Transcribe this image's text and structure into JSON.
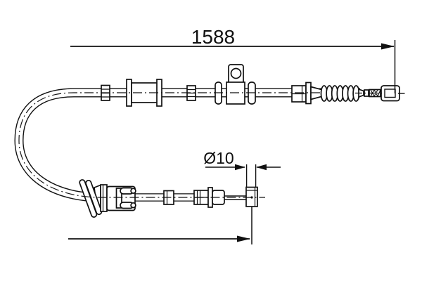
{
  "canvas": {
    "background": "#ffffff",
    "ink": "#111111"
  },
  "drawing": {
    "kind": "technical line drawing of a parking brake cable with dimension callouts",
    "length_dimension": {
      "label": "1588"
    },
    "diameter_dimension": {
      "label": "Ø10"
    }
  }
}
